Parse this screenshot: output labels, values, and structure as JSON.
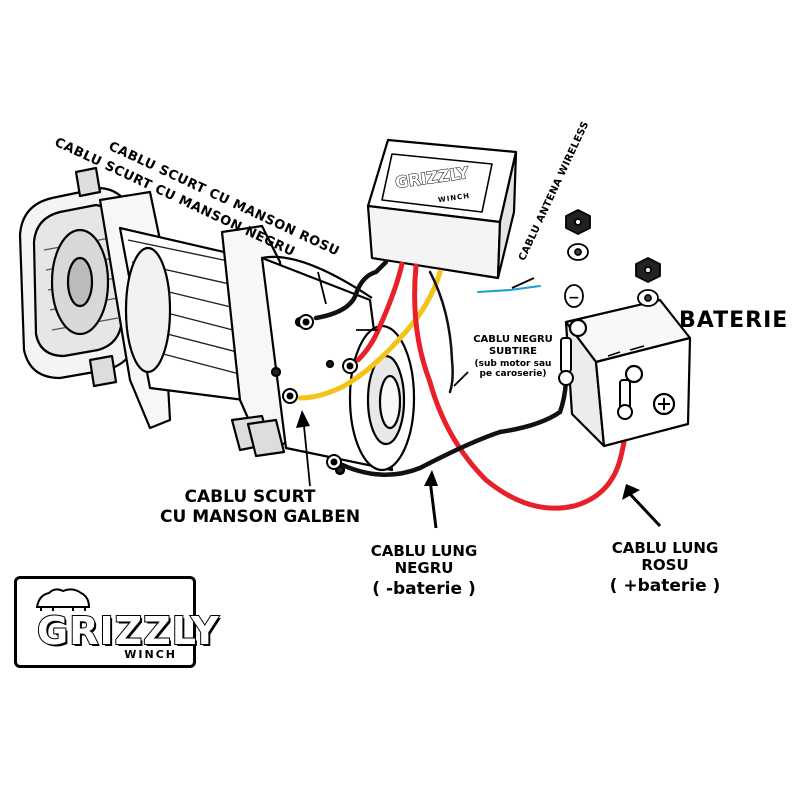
{
  "labels": {
    "cablu_scurt_rosu": "CABLU SCURT CU MANSON ROSU",
    "cablu_scurt_negru": "CABLU SCURT CU MANSON NEGRU",
    "cablu_antena": "CABLU ANTENA WIRELESS",
    "baterie": "BATERIE",
    "cablu_negru_subtire": "CABLU NEGRU SUBTIRE",
    "cablu_negru_subtire_note": "(sub motor sau pe caroserie)",
    "cablu_scurt_galben_line1": "CABLU SCURT",
    "cablu_scurt_galben_line2": "CU MANSON GALBEN",
    "cablu_lung_negru_line1": "CABLU LUNG",
    "cablu_lung_negru_line2": "NEGRU",
    "cablu_lung_negru_sign": "( -baterie )",
    "cablu_lung_rosu_line1": "CABLU LUNG",
    "cablu_lung_rosu_line2": "ROSU",
    "cablu_lung_rosu_sign": "( +baterie )"
  },
  "logo": {
    "word": "GRIZZLY",
    "sub": "WINCH"
  },
  "controller": {
    "word": "GRIZZLY",
    "sub": "WINCH"
  },
  "battery_terminals": {
    "minus": "−",
    "plus": "+"
  },
  "colors": {
    "red_cable": "#e8202a",
    "black_cable": "#111111",
    "yellow_cable": "#f2c418",
    "antenna": "#1aa0c8"
  }
}
